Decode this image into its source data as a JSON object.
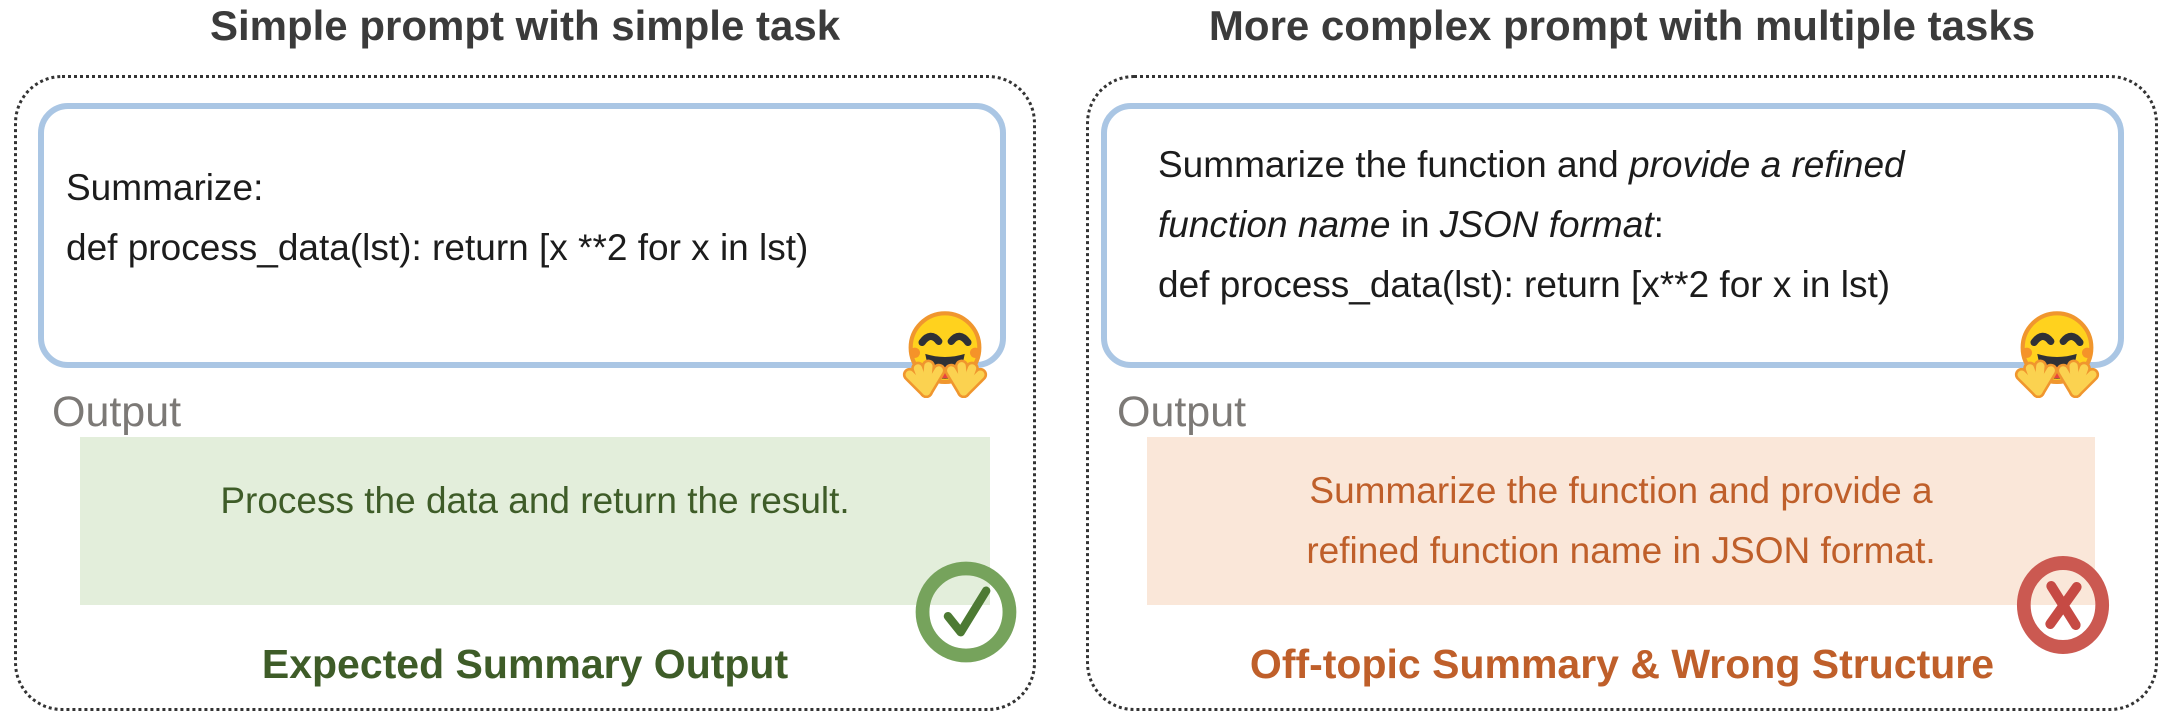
{
  "colors": {
    "title": "#3b3b3b",
    "prompt_border": "#aac6e4",
    "output_label": "#7c7976",
    "green_bg": "#e3eedb",
    "green_text": "#3e5c28",
    "orange_bg": "#fae7d9",
    "orange_text": "#bf5f2a",
    "check_ring": "#76a35c",
    "check_mark": "#4d7a33",
    "cross_ring": "#cb5951",
    "cross_mark": "#c64a44",
    "emoji_face": "#ffd21e",
    "emoji_outline": "#f0962e"
  },
  "panels": [
    {
      "title": "Simple prompt with simple task",
      "prompt_lines": [
        [
          {
            "text": "Summarize:",
            "italic": false
          }
        ],
        [
          {
            "text": "def process_data(lst): return [x **2 for x in lst)",
            "italic": false
          }
        ]
      ],
      "assistant_icon": "hugging-face-emoji",
      "output_label": "Output",
      "output_lines": [
        "Process the data and return the result."
      ],
      "status": "success",
      "status_icon": "check-circle-icon",
      "caption": "Expected Summary Output"
    },
    {
      "title": "More complex prompt with multiple tasks",
      "prompt_lines": [
        [
          {
            "text": "Summarize the function and ",
            "italic": false
          },
          {
            "text": "provide a refined",
            "italic": true
          }
        ],
        [
          {
            "text": "function name",
            "italic": true
          },
          {
            "text": " in ",
            "italic": false
          },
          {
            "text": "JSON format",
            "italic": true
          },
          {
            "text": ":",
            "italic": false
          }
        ],
        [
          {
            "text": "def process_data(lst): return [x**2 for x in lst)",
            "italic": false
          }
        ]
      ],
      "assistant_icon": "hugging-face-emoji",
      "output_label": "Output",
      "output_lines": [
        "Summarize the function and provide a",
        "refined function name in JSON format."
      ],
      "status": "failure",
      "status_icon": "x-circle-icon",
      "caption": "Off-topic Summary & Wrong Structure"
    }
  ]
}
